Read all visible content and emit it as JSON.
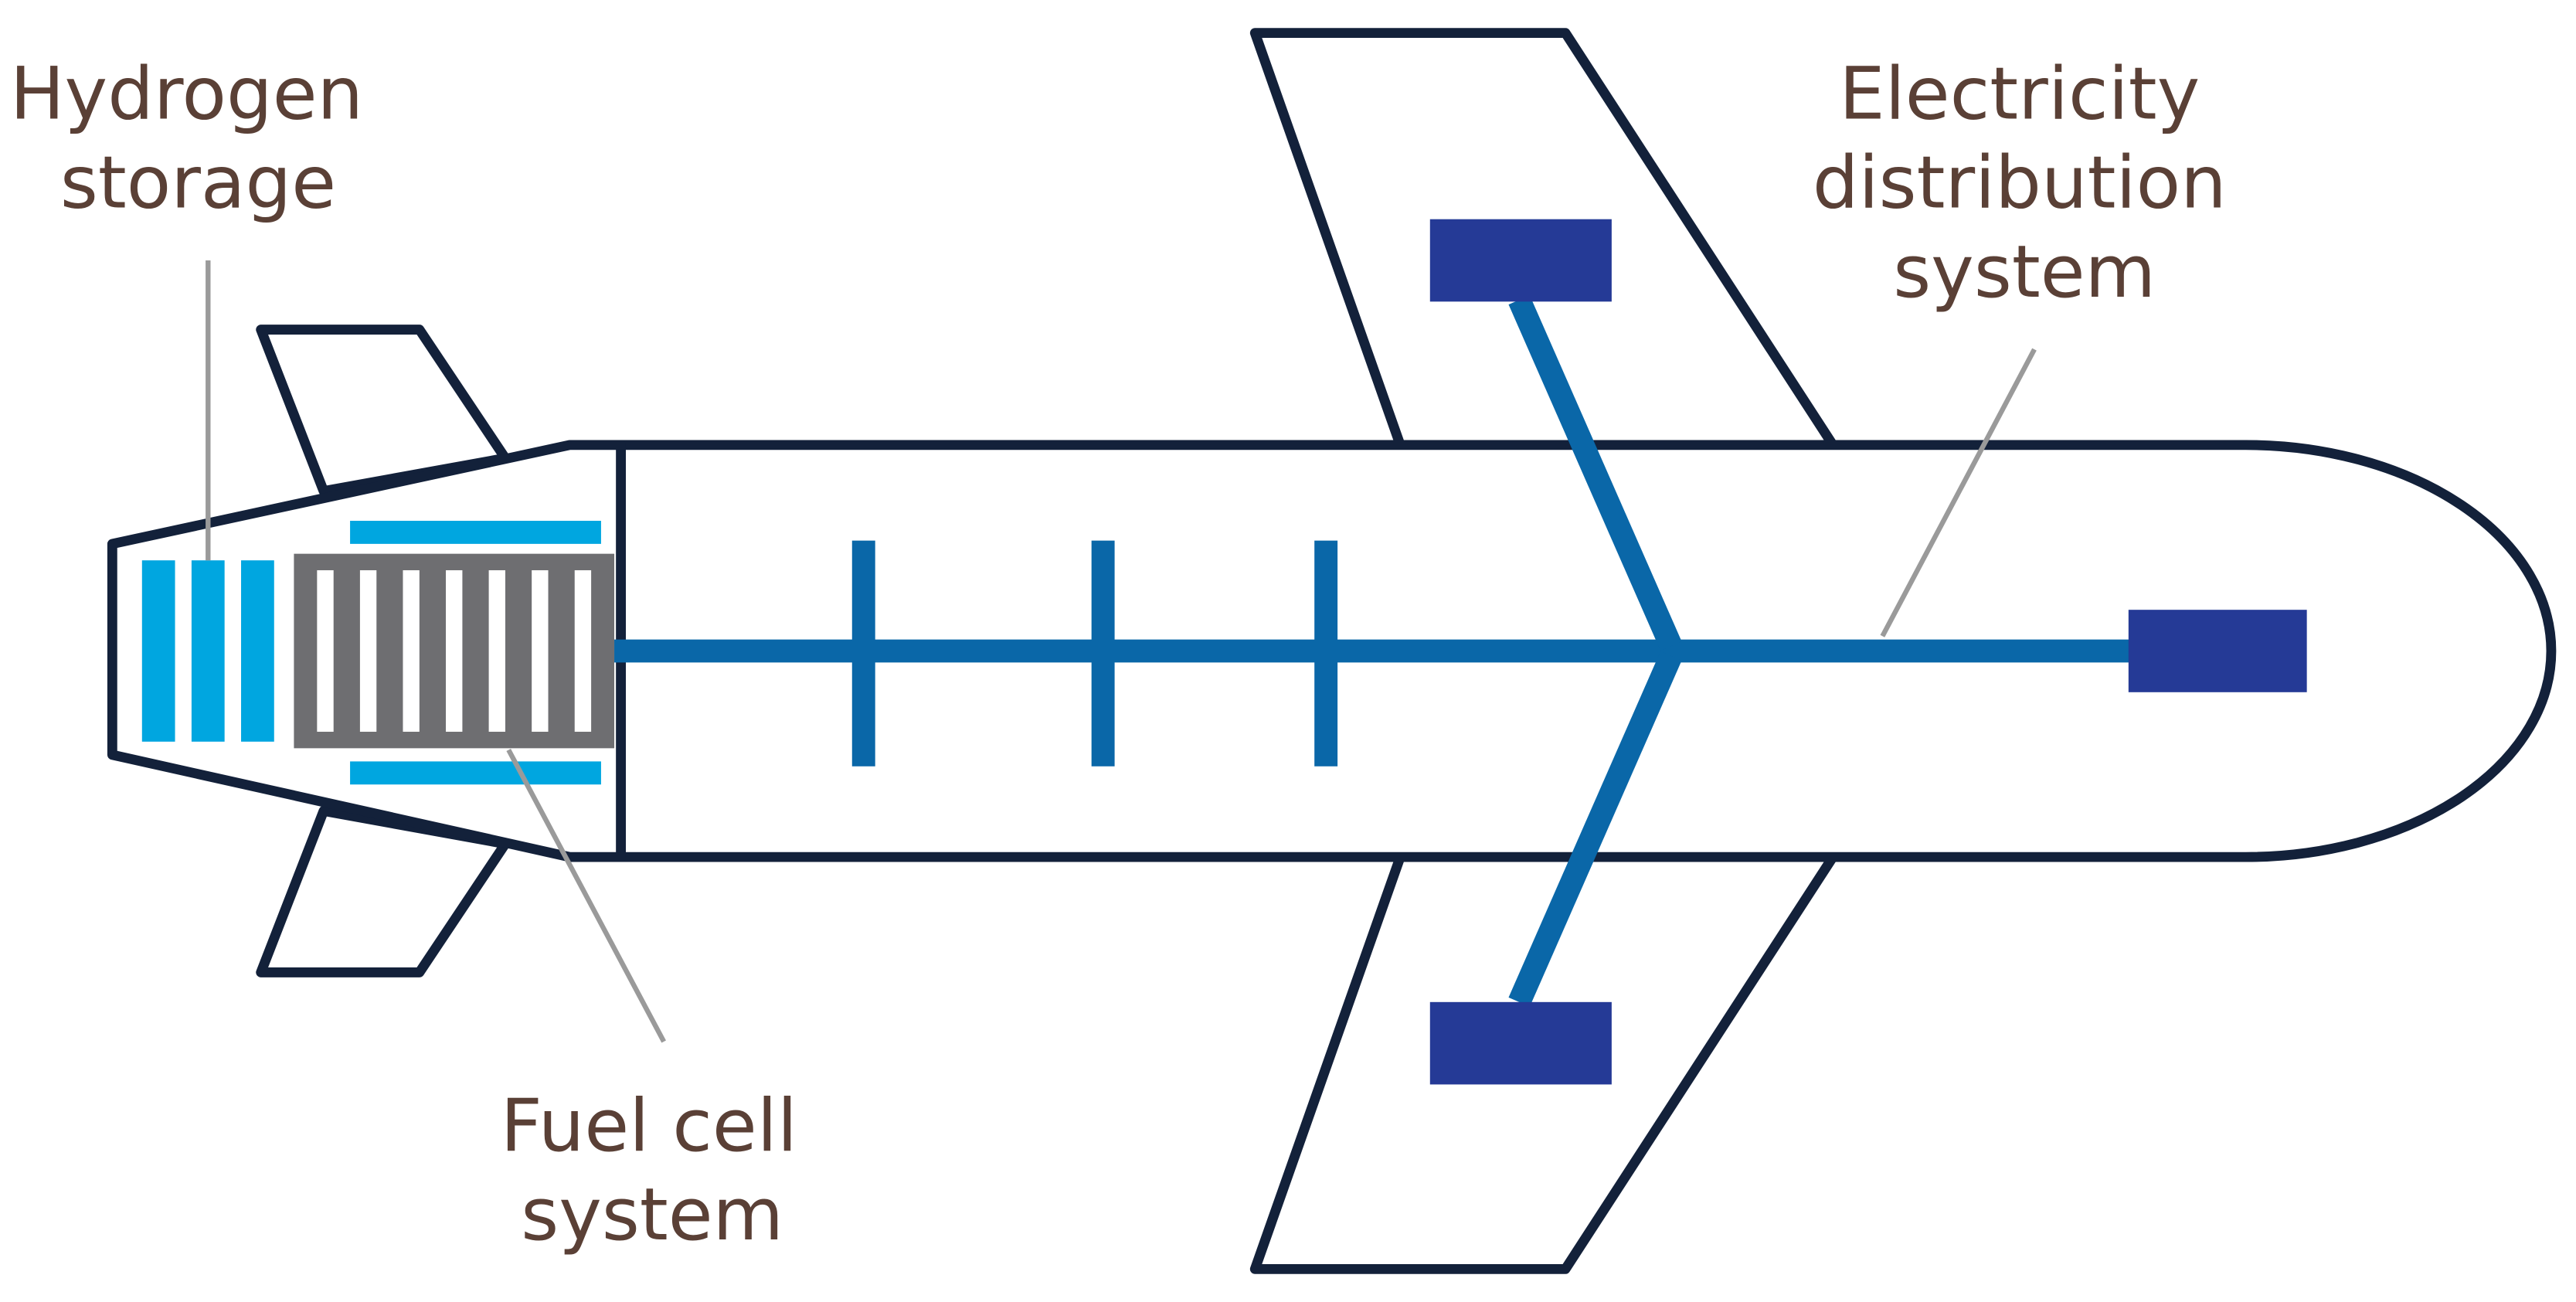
{
  "labels": {
    "hydrogen_storage": [
      "Hydrogen",
      "storage"
    ],
    "fuel_cell_system": [
      "Fuel cell",
      "system"
    ],
    "electricity_distribution_system": [
      "Electricity",
      "distribution",
      "system"
    ]
  },
  "colors": {
    "outline": "#13213a",
    "hydrogen_tanks": "#00a6e0",
    "fuel_cell": "#6e6e71",
    "distribution_lines": "#0a67a8",
    "motors": "#253a96",
    "leader_lines": "#9a9a9a",
    "label_text": "#5a4036"
  },
  "icons": {
    "hydrogen_tanks": "tank-bars-icon",
    "fuel_cell": "fuel-cell-stack-icon",
    "motor": "electric-motor-icon"
  }
}
